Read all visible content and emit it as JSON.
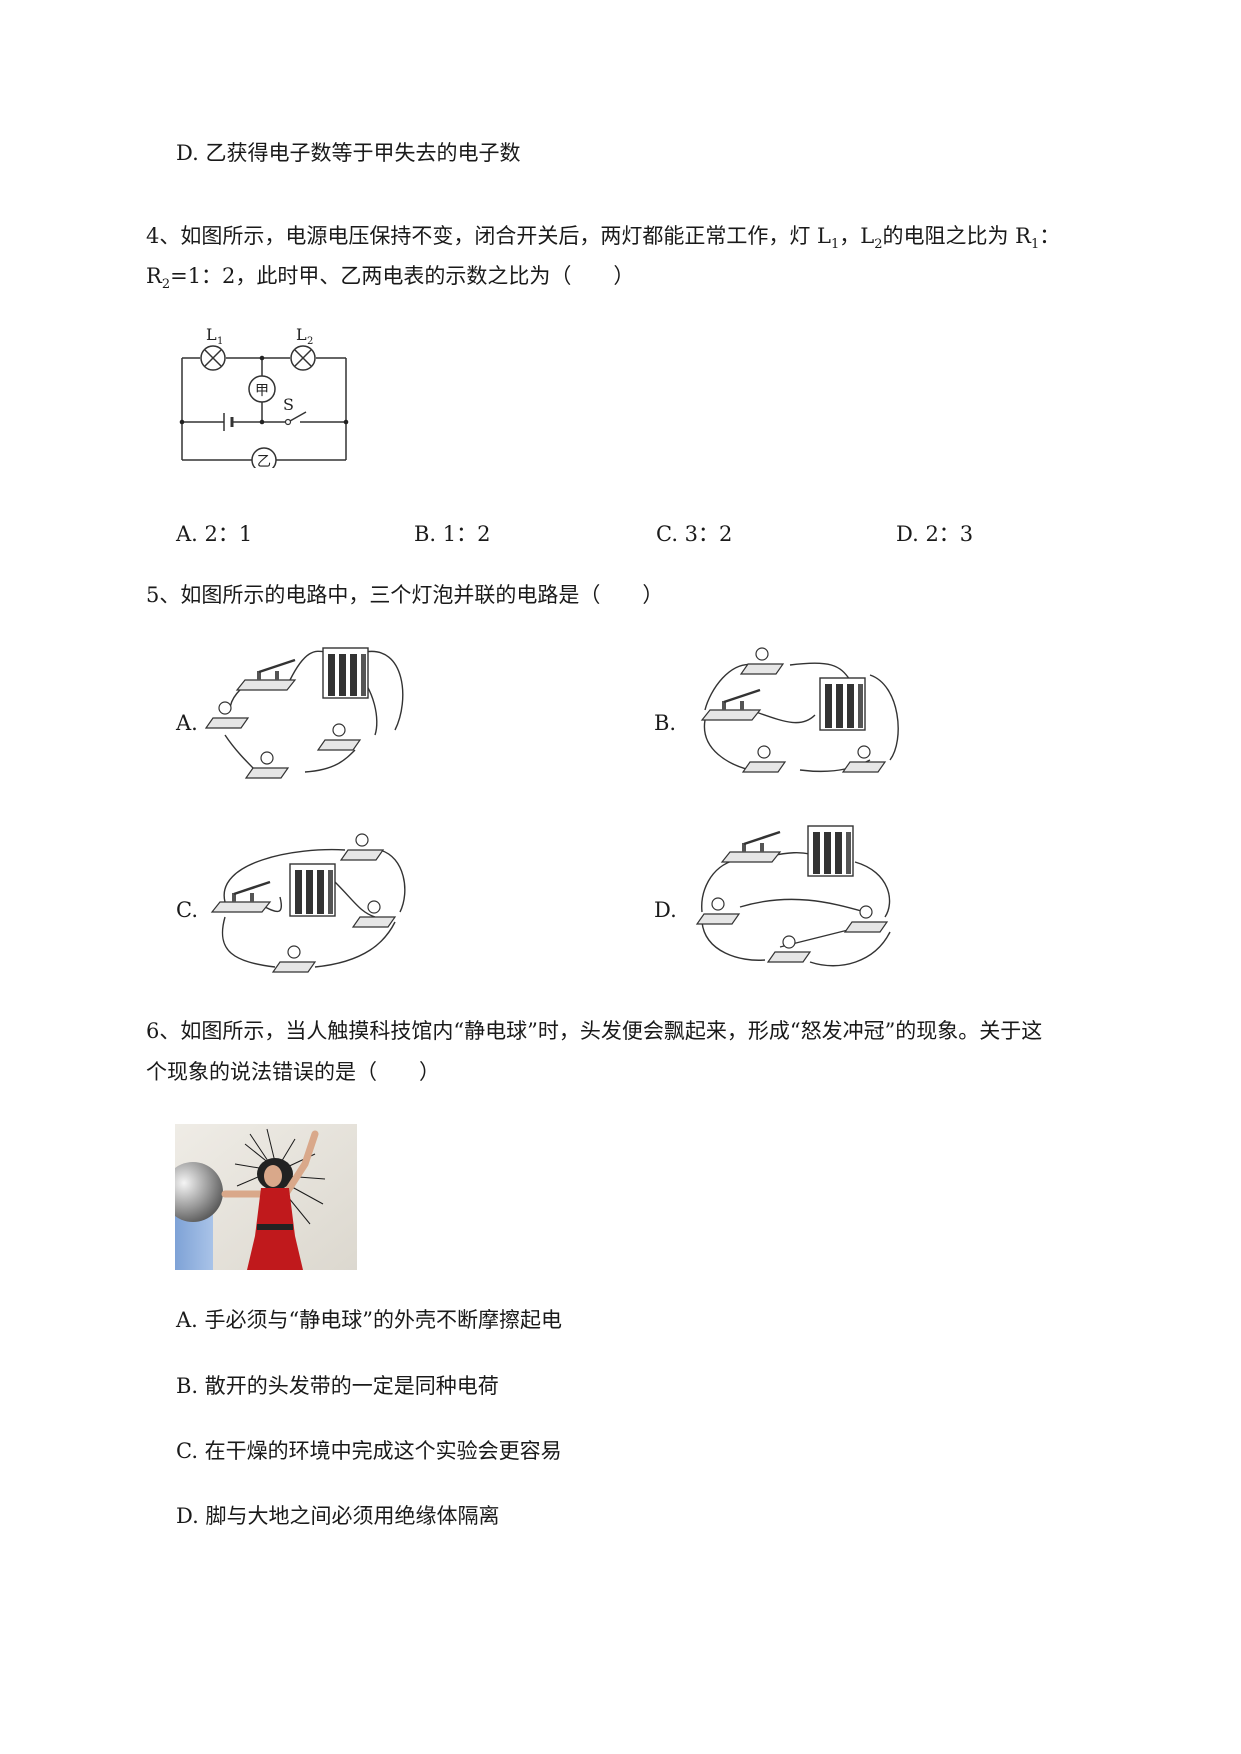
{
  "q3": {
    "option_d": "D. 乙获得电子数等于甲失去的电子数"
  },
  "q4": {
    "line1_a": "4、如图所示，电源电压保持不变，闭合开关后，两灯都能正常工作，灯 L",
    "sub_1": "1",
    "line1_b": "，L",
    "sub_2": "2",
    "line1_c": "的电阻之比为 R",
    "sub_3": "1",
    "line1_d": "：",
    "line2_a": "R",
    "sub_4": "2",
    "line2_b": "=1：2，此时甲、乙两电表的示数之比为（　　）",
    "figure": {
      "lamp1_label": "L",
      "lamp1_sub": "1",
      "lamp2_label": "L",
      "lamp2_sub": "2",
      "meter_jia": "甲",
      "meter_yi": "乙",
      "switch_label": "S"
    },
    "options": [
      "A. 2：1",
      "B. 1：2",
      "C. 3：2",
      "D. 2：3"
    ]
  },
  "q5": {
    "stem": "5、如图所示的电路中，三个灯泡并联的电路是（　　）",
    "labels": [
      "A.",
      "B.",
      "C.",
      "D."
    ]
  },
  "q6": {
    "line1": "6、如图所示，当人触摸科技馆内“静电球”时，头发便会飘起来，形成“怒发冲冠”的现象。关于这",
    "line2": "个现象的说法错误的是（　　）",
    "options": [
      "A. 手必须与“静电球”的外壳不断摩擦起电",
      "B. 散开的头发带的一定是同种电荷",
      "C. 在干燥的环境中完成这个实验会更容易",
      "D. 脚与大地之间必须用绝缘体隔离"
    ]
  }
}
